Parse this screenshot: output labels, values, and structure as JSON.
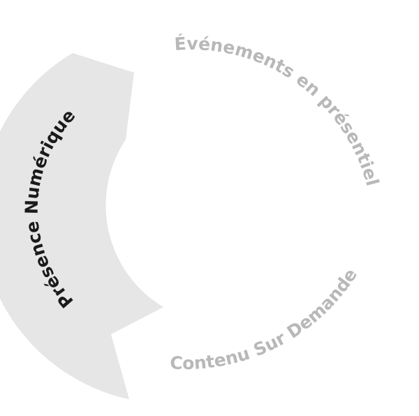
{
  "segments": [
    {
      "label": "Présence Numérique",
      "active": true,
      "text_color": "#1a1a1a",
      "fill_color": "#e6e6e6"
    },
    {
      "label": "Événements en présentiel",
      "active": false,
      "text_color": "#b8b8b8"
    },
    {
      "label": "Contenu Sur Demande",
      "active": false,
      "text_color": "#b8b8b8"
    }
  ]
}
